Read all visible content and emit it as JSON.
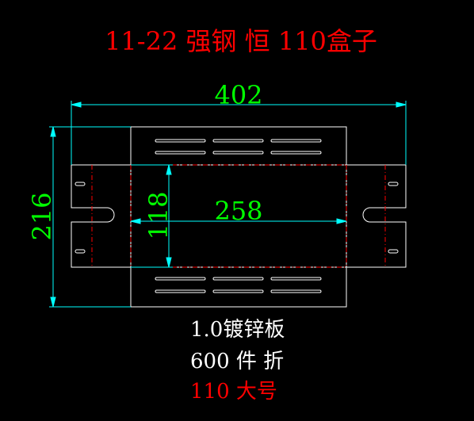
{
  "title": "11-22 强钢 恒 110盒子",
  "dimensions": {
    "overall_width": "402",
    "overall_height": "216",
    "inner_width": "258",
    "inner_height": "118"
  },
  "notes": {
    "material": "1.0镀锌板",
    "quantity": "600 件 折",
    "size": "110 大号"
  },
  "colors": {
    "background": "#000000",
    "outline": "#ffffff",
    "dimension": "#00ffff",
    "dimension_text": "#00ff00",
    "fold_line": "#ff0000",
    "title_text": "#ff0000",
    "note_text": "#ffffff"
  }
}
